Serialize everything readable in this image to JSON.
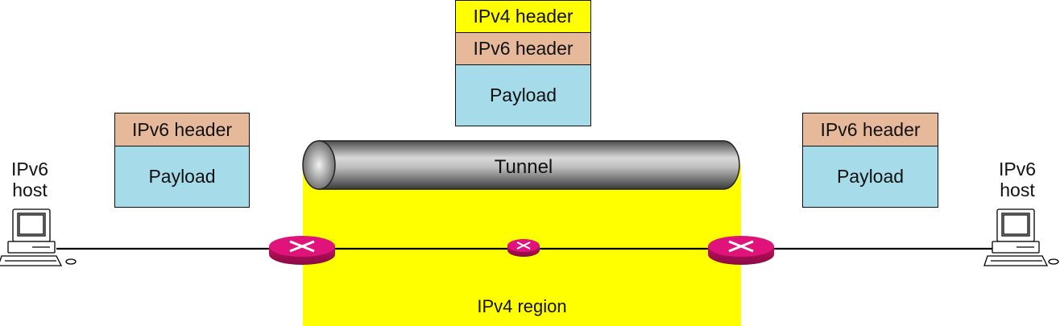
{
  "region": {
    "label": "IPv4 region"
  },
  "tunnel": {
    "label": "Tunnel"
  },
  "hosts": {
    "left": {
      "line1": "IPv6",
      "line2": "host"
    },
    "right": {
      "line1": "IPv6",
      "line2": "host"
    }
  },
  "packets": {
    "left": {
      "header": "IPv6 header",
      "payload": "Payload"
    },
    "middle": {
      "header_outer": "IPv4 header",
      "header_inner": "IPv6 header",
      "payload": "Payload"
    },
    "right": {
      "header": "IPv6 header",
      "payload": "Payload"
    }
  },
  "colors": {
    "region": "#ffff00",
    "ipv4_header": "#ffff00",
    "ipv6_header": "#e6b99a",
    "payload": "#a6dcea",
    "router": "#e0137a",
    "tunnel": "#8f8f8f"
  }
}
